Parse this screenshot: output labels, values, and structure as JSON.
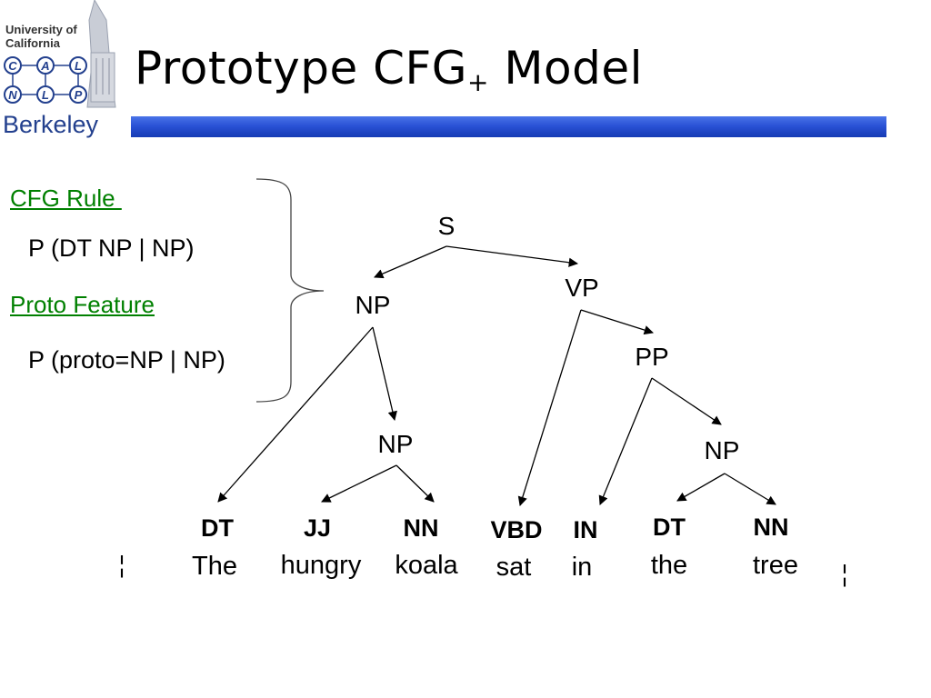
{
  "logo": {
    "line1": "University of",
    "line2": "California",
    "letters": [
      "C",
      "A",
      "L",
      "N",
      "L",
      "P"
    ],
    "wordmark": "Berkeley"
  },
  "slide": {
    "title": "Prototype CFG",
    "title_sub": "+",
    "title_tail": " Model"
  },
  "left_panel": {
    "cfg_rule_label": "CFG Rule ",
    "cfg_rule_formula": "P (DT NP | NP)",
    "proto_label": "Proto Feature",
    "proto_formula": "P (proto=NP | NP)"
  },
  "tree": {
    "nodes": {
      "S": "S",
      "NP1": "NP",
      "VP": "VP",
      "PP": "PP",
      "NP2": "NP",
      "NP3": "NP"
    },
    "leaves": [
      {
        "tag": "DT",
        "word": "The"
      },
      {
        "tag": "JJ",
        "word": "hungry"
      },
      {
        "tag": "NN",
        "word": "koala"
      },
      {
        "tag": "VBD",
        "word": "sat"
      },
      {
        "tag": "IN",
        "word": "in"
      },
      {
        "tag": "DT",
        "word": "the"
      },
      {
        "tag": "NN",
        "word": "tree"
      }
    ],
    "left_marker": "¦",
    "right_marker": "¦"
  },
  "colors": {
    "link_green": "#008000",
    "title_bar": "#2a52d6",
    "logo_blue": "#23408e"
  }
}
